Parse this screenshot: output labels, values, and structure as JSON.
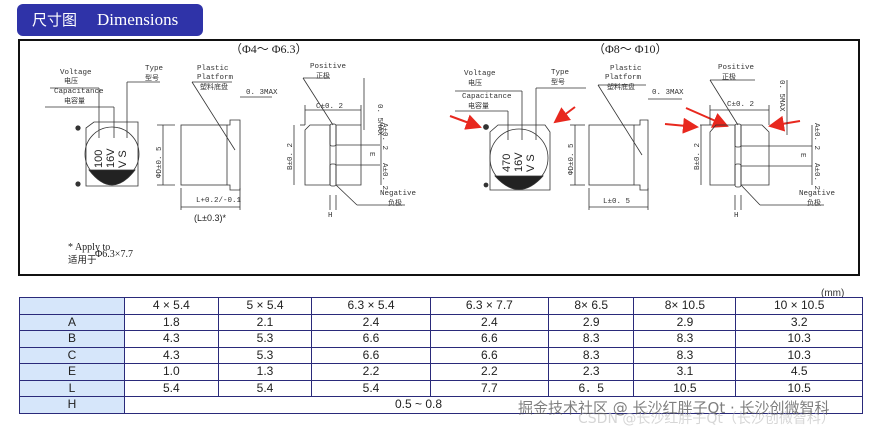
{
  "header": {
    "title_zh": "尺寸图",
    "title_en": "Dimensions",
    "color": "#2f33a8"
  },
  "diagrams": {
    "left": {
      "range": "（Φ4～ Φ6.3）",
      "labels": {
        "voltage_en": "Voltage",
        "voltage_zh": "电压",
        "capacitance_en": "Capacitance",
        "capacitance_zh": "电容量",
        "type_en": "Type",
        "type_zh": "型号",
        "plastic_en1": "Plastic",
        "plastic_en2": "Platform",
        "plastic_zh": "塑料底盘",
        "max": "0. 3MAX",
        "positive_en": "Positive",
        "positive_zh": "正极",
        "negative_en": "Negative",
        "negative_zh": "负极",
        "c_dim": "C±0. 2",
        "b_dim": "B±0. 2",
        "d_dim": "ΦD±0. 5",
        "a_dim": "A±0. 2",
        "e_dim": "E",
        "h_dim": "H",
        "max_v": "0. 5MAX",
        "l_dim": "L+0.2/-0.1",
        "l_paren": "(L±0.3)*"
      },
      "marking": {
        "capacitance": "100",
        "voltage": "16V",
        "type": "V S"
      }
    },
    "right": {
      "range": "（Φ8～ Φ10）",
      "labels": {
        "voltage_en": "Voltage",
        "voltage_zh": "电压",
        "capacitance_en": "Capacitance",
        "capacitance_zh": "电容量",
        "type_en": "Type",
        "type_zh": "型号",
        "plastic_en1": "Plastic",
        "plastic_en2": "Platform",
        "plastic_zh": "塑料底盘",
        "max": "0. 3MAX",
        "positive_en": "Positive",
        "positive_zh": "正极",
        "negative_en": "Negative",
        "negative_zh": "负极",
        "c_dim": "C±0. 2",
        "b_dim": "B±0. 2",
        "d_dim": "ΦD±0. 5",
        "a_dim": "A±0. 2",
        "e_dim": "E",
        "h_dim": "H",
        "max_v": "0. 5MAX",
        "l_dim": "L±0. 5"
      },
      "marking": {
        "capacitance": "470",
        "voltage": "16V",
        "type": "V S"
      },
      "annotation_color": "#e8281e"
    },
    "note": {
      "apply_en": "* Apply to",
      "apply_zh": "适用于",
      "value": "Φ6.3×7.7"
    }
  },
  "table": {
    "unit": "(mm)",
    "columns": [
      "4 × 5.4",
      "5 × 5.4",
      "6.3 × 5.4",
      "6.3 × 7.7",
      "8× 6.5",
      "8× 10.5",
      "10 × 10.5"
    ],
    "rows": [
      {
        "label": "A",
        "values": [
          "1.8",
          "2.1",
          "2.4",
          "2.4",
          "2.9",
          "2.9",
          "3.2"
        ]
      },
      {
        "label": "B",
        "values": [
          "4.3",
          "5.3",
          "6.6",
          "6.6",
          "8.3",
          "8.3",
          "10.3"
        ]
      },
      {
        "label": "C",
        "values": [
          "4.3",
          "5.3",
          "6.6",
          "6.6",
          "8.3",
          "8.3",
          "10.3"
        ]
      },
      {
        "label": "E",
        "values": [
          "1.0",
          "1.3",
          "2.2",
          "2.2",
          "2.3",
          "3.1",
          "4.5"
        ]
      },
      {
        "label": "L",
        "values": [
          "5.4",
          "5.4",
          "5.4",
          "7.7",
          "6．5",
          "10.5",
          "10.5"
        ]
      },
      {
        "label": "H",
        "merged_value": "0.5 ~ 0.8"
      }
    ],
    "header_bg": "#d6e6fa",
    "border_color": "#2a2a7a"
  },
  "watermark": {
    "line1": "掘金技术社区 @ 长沙红胖子Qt · 长沙创微智科",
    "line2": "CSDN @长沙红胖子Qt（长沙创微智科）"
  }
}
